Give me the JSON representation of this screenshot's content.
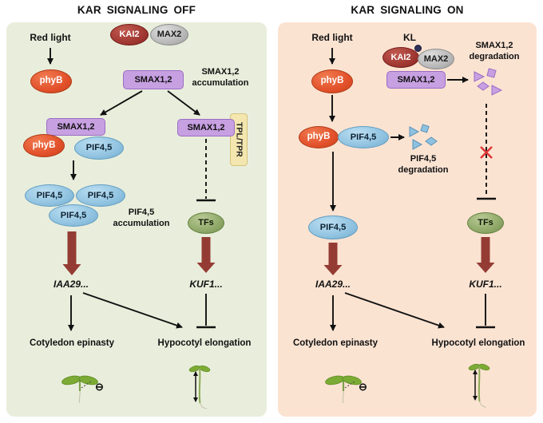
{
  "figure": {
    "off": {
      "title": "KAR SIGNALING OFF",
      "red_light": "Red light",
      "phyb": "phyB",
      "kai2": "KAI2",
      "max2": "MAX2",
      "smax": "SMAX1,2",
      "smax_note": "SMAX1,2 accumulation",
      "complex": {
        "smax": "SMAX1,2",
        "phyb": "phyB",
        "pif": "PIF4,5"
      },
      "pif_cluster": [
        "PIF4,5",
        "PIF4,5",
        "PIF4,5"
      ],
      "pif_note": "PIF4,5 accumulation",
      "smax_tpl": "SMAX1,2",
      "tpl": "TPL/TPR",
      "tfs": "TFs",
      "gene_iaa": "IAA29...",
      "gene_kuf": "KUF1...",
      "outcome_cotyledon": "Cotyledon epinasty",
      "outcome_hypocotyl": "Hypocotyl elongation",
      "minus_symbol": "⊖"
    },
    "on": {
      "title": "KAR SIGNALING ON",
      "red_light": "Red light",
      "kl": "KL",
      "phyb": "phyB",
      "kai2": "KAI2",
      "max2": "MAX2",
      "smax": "SMAX1,2",
      "smax_note": "SMAX1,2 degradation",
      "complex": {
        "phyb": "phyB",
        "pif": "PIF4,5"
      },
      "pif_note": "PIF4,5 degradation",
      "pif": "PIF4,5",
      "tfs": "TFs",
      "gene_iaa": "IAA29...",
      "gene_kuf": "KUF1...",
      "outcome_cotyledon": "Cotyledon epinasty",
      "outcome_hypocotyl": "Hypocotyl elongation",
      "minus_symbol": "⊖"
    },
    "colors": {
      "panel_off_bg": "#e9eedc",
      "panel_on_bg": "#fbe3d2",
      "phyb": "#e2502a",
      "kai2": "#a03732",
      "max2": "#b8b8b8",
      "smax": "#c7a0e2",
      "pif": "#8fc2e0",
      "tpl_tpr": "#f3e6ae",
      "tfs": "#8fa868",
      "emphasis_arrow": "#943c34",
      "blocked_x": "#dd3333",
      "kl_dot": "#30305a"
    }
  }
}
